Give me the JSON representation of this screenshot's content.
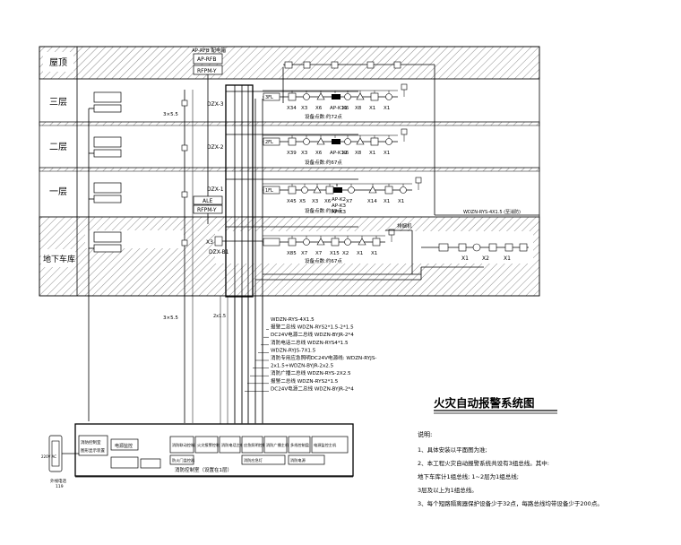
{
  "title": "火灾自动报警系统图",
  "floors": [
    {
      "key": "roof",
      "label": "屋顶"
    },
    {
      "key": "f3",
      "label": "三层"
    },
    {
      "key": "f2",
      "label": "二层"
    },
    {
      "key": "f1",
      "label": "一层"
    },
    {
      "key": "b1",
      "label": "地下车库"
    }
  ],
  "roof_box": {
    "line1": "AP-RFB",
    "line2": "RFPM-Y",
    "caption": "AP-RFB 配电箱"
  },
  "f1_box": {
    "line1": "ALE",
    "line2": "RFPM-Y"
  },
  "panels": {
    "f3": "DZX-3",
    "f2": "DZX-2",
    "f1": "DZX-1",
    "b1": "DZX-B1",
    "b1_left": "X3"
  },
  "repeaters": {
    "f3": "3FL",
    "f2": "2FL",
    "f1": "1FL"
  },
  "device_counts": {
    "f3": "设备点数:约72点",
    "f2": "设备点数:约67点",
    "f1": "设备点数:约69点",
    "b1": "设备点数:约67点"
  },
  "riser_label": "3×5.5",
  "f3_counts": [
    "X34",
    "X3",
    "X6",
    "AP-K11",
    "X6",
    "X8",
    "X1",
    "X1"
  ],
  "f2_counts": [
    "X39",
    "X3",
    "X6",
    "AP-K12",
    "X6",
    "X8",
    "X1",
    "X1"
  ],
  "f1_counts": [
    "X45",
    "X5",
    "X3",
    "X6",
    "AP-K2",
    "AP-K3",
    "AP-K3",
    "X7",
    "X14",
    "X1",
    "X1"
  ],
  "b1_counts": [
    "X85",
    "X7",
    "X7",
    "X15",
    "X2",
    "X1",
    "X1"
  ],
  "b1_right_counts": [
    "X1",
    "X2",
    "X1"
  ],
  "b1_corner_label": "排烟机",
  "trunk_label": "WDZN-RYS-4X1.5 (至消防)",
  "cables": [
    "WDZN-RYS-4X1.5",
    "报警二总线 WDZN-RYS2*1.5-2*1.5",
    "DC24V电源二总线 WDZN-BYJR-2*4",
    "消防电话二总线 WDZN-RYS4*1.5",
    "WDZN-RYJS-7X1.5",
    "消防专用应急照明DC24V电源线: WDZN-RYJS-",
    "2x1.5+WDZN-BYJR-2x2.5",
    "消防广播二总线 WDZN-RYS-2X2.5",
    "报警二总线 WDZN-RYS2*1.5",
    "DC24V电源二总线 WDZN-BYJR-2*4"
  ],
  "control_center": {
    "units": [
      "消防联动控制器",
      "火灾报警控制器",
      "消防电话主机",
      "应急照明控制器",
      "消防广播主机",
      "多线控制盘",
      "电源监控主机",
      "防火门监控器",
      "消防应急灯",
      "消防电源"
    ],
    "left_units": [
      "消防控制室",
      "图形显示装置"
    ],
    "caption": "消防控制室（设置在1层）",
    "side_box": "电源监控",
    "left_tag1": "220V AC",
    "left_tag2": "外线电话",
    "left_tag3": "119"
  },
  "notes": {
    "header": "说明:",
    "items": [
      "1、具体安装以平面图为准;",
      "2、本工程火灾自动报警系统共设有3组总线。其中:",
      "   地下车库计1组总线; 1~2层为1组总线;",
      "   3层及以上为1组总线。",
      "3、每个短路隔离器保护设备少于32点，每路总线均带设备少于200点。"
    ]
  }
}
